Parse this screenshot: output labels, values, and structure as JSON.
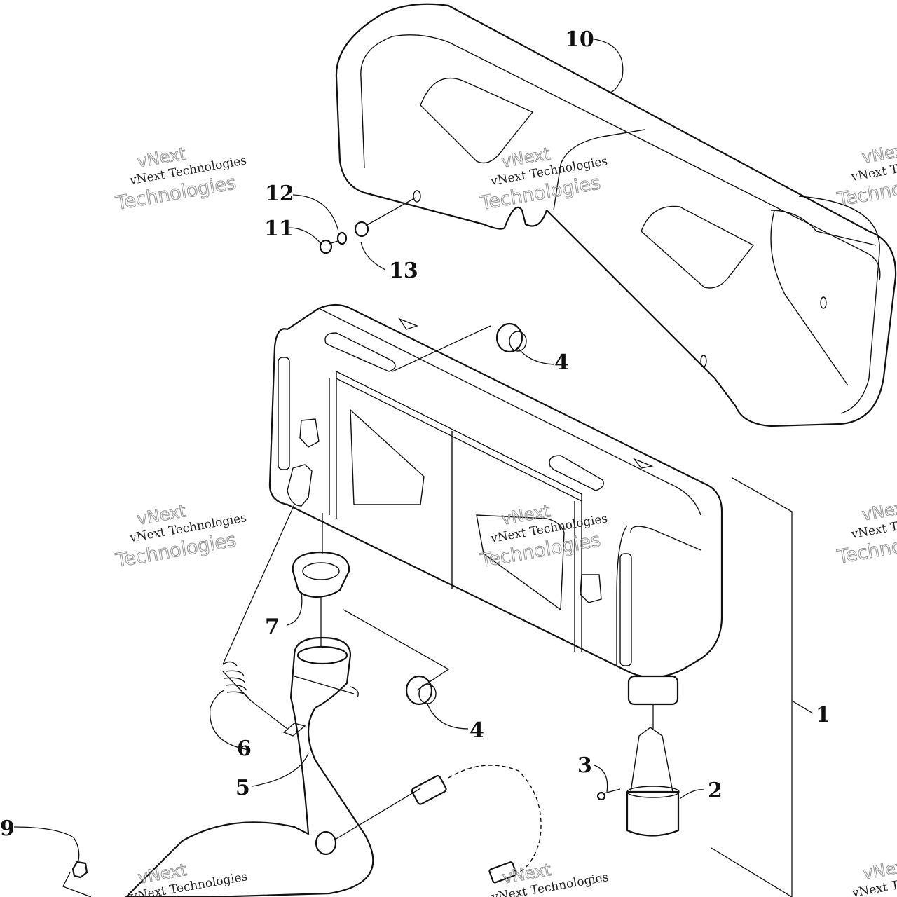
{
  "diagram": {
    "callouts": [
      {
        "id": "callout-10",
        "label": "10"
      },
      {
        "id": "callout-12",
        "label": "12"
      },
      {
        "id": "callout-11",
        "label": "11"
      },
      {
        "id": "callout-13",
        "label": "13"
      },
      {
        "id": "callout-4-top",
        "label": "4"
      },
      {
        "id": "callout-1",
        "label": "1"
      },
      {
        "id": "callout-7",
        "label": "7"
      },
      {
        "id": "callout-4-bottom",
        "label": "4"
      },
      {
        "id": "callout-6",
        "label": "6"
      },
      {
        "id": "callout-5",
        "label": "5"
      },
      {
        "id": "callout-3",
        "label": "3"
      },
      {
        "id": "callout-2",
        "label": "2"
      },
      {
        "id": "callout-9",
        "label": "9"
      }
    ]
  },
  "watermark": {
    "line1": "vNext Technologies",
    "line2": "Technologies",
    "line3": "vNext"
  }
}
